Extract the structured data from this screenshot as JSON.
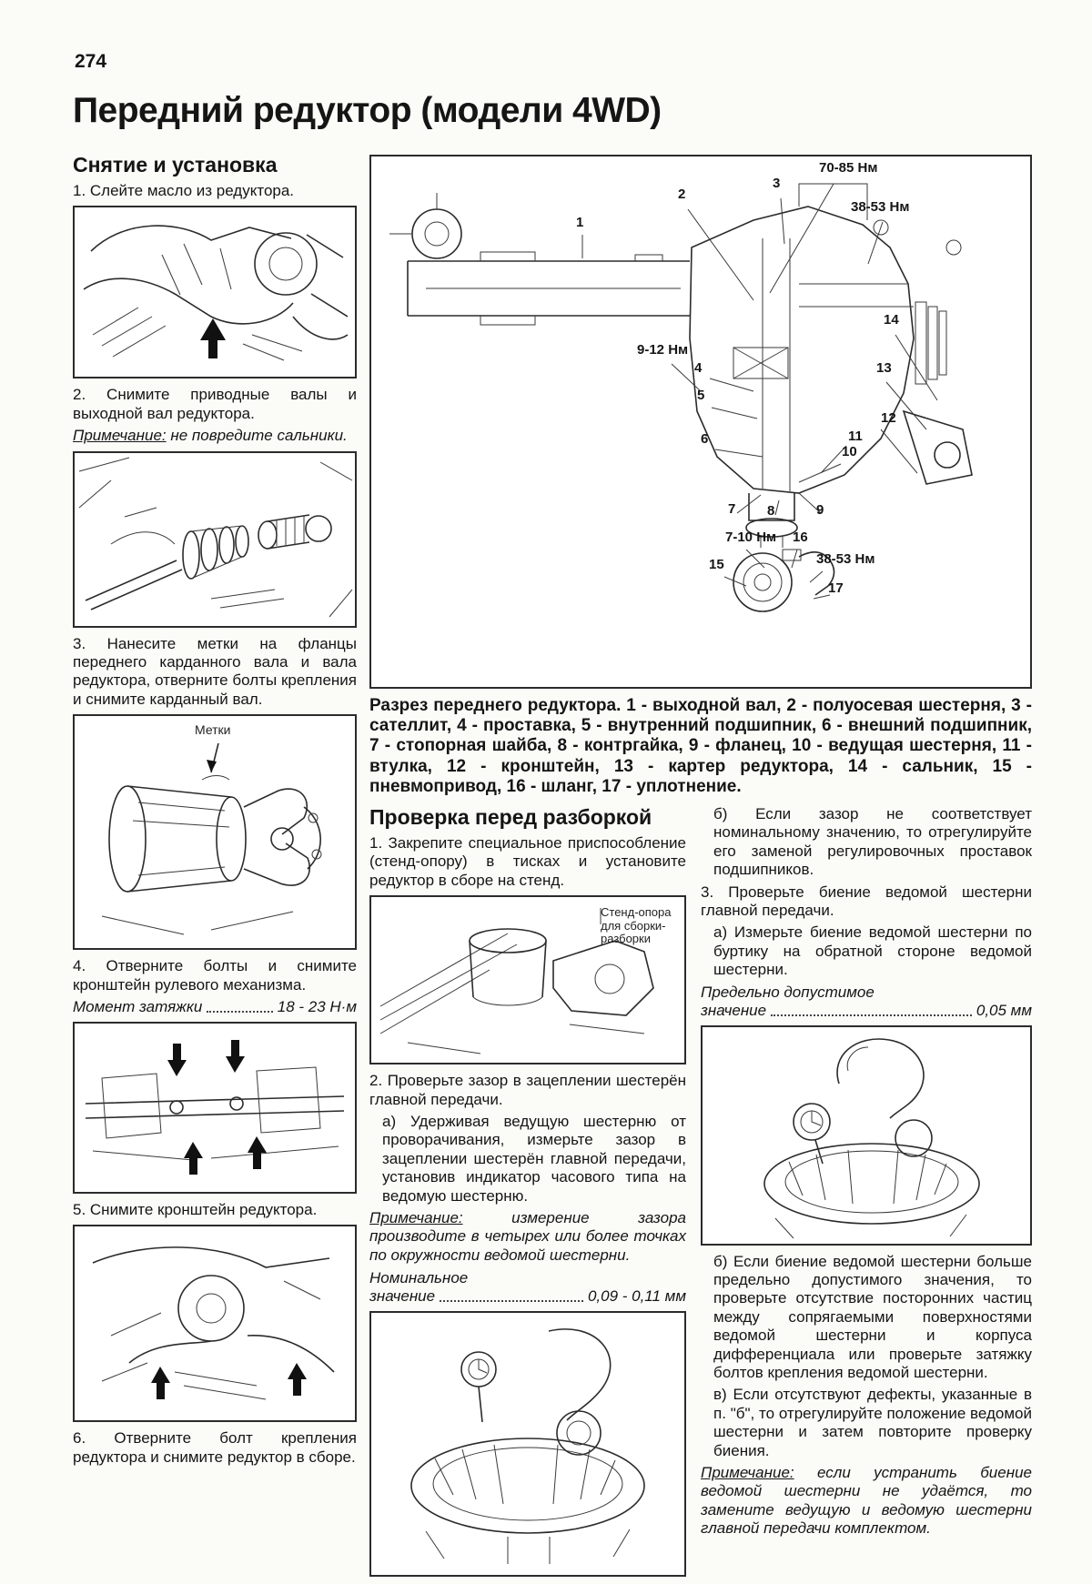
{
  "page": {
    "number": "274",
    "title": "Передний редуктор (модели 4WD)"
  },
  "left_column": {
    "heading": "Снятие и установка",
    "step1": "1. Слейте масло из редуктора.",
    "step2": "2. Снимите приводные валы и выходной вал редуктора.",
    "note2": {
      "label": "Примечание:",
      "text": " не повредите сальники."
    },
    "step3": "3. Нанесите метки на фланцы переднего карданного вала и вала редуктора, отверните болты крепления и снимите карданный вал.",
    "marks_label": "Метки",
    "step4": "4. Отверните болты и снимите кронштейн рулевого механизма.",
    "torque": {
      "label": "Момент затяжки",
      "value": "18 - 23 Н·м"
    },
    "step5": "5. Снимите кронштейн редуктора.",
    "step6": "6. Отверните болт крепления редуктора и снимите редуктор в сборе."
  },
  "diagram": {
    "caption": "Разрез переднего редуктора. 1 - выходной вал, 2 - полуосевая шестерня, 3 - сателлит, 4 - проставка, 5 - внутренний подшипник, 6 - внешний подшипник, 7 - стопорная шайба, 8 - контргайка, 9 - фланец, 10 - ведущая шестерня, 11 - втулка, 12 - кронштейн, 13 - картер редуктора, 14 - сальник, 15 - пневмопривод, 16 - шланг, 17 - уплотнение.",
    "callouts": [
      "1",
      "2",
      "3",
      "70-85 Нм",
      "38-53 Нм",
      "9-12 Нм",
      "4",
      "5",
      "6",
      "7",
      "8",
      "9",
      "10",
      "11",
      "12",
      "13",
      "14",
      "7-10 Нм",
      "16",
      "15",
      "38-53 Нм",
      "17"
    ]
  },
  "check_section": {
    "heading": "Проверка перед разборкой",
    "step1": "1. Закрепите специальное приспособление (стенд-опору) в тисках и установите редуктор в сборе на стенд.",
    "stand_label": "Стенд-опора для сборки-разборки",
    "step2": "2. Проверьте зазор в зацеплении шестерён главной передачи.",
    "step2a": "а) Удерживая ведущую шестерню от проворачивания, измерьте зазор в зацеплении шестерён главной передачи, установив индикатор часового типа на ведомую шестерню.",
    "note": {
      "label": "Примечание:",
      "text": " измерение зазора производите в четырех или более точках по окружности ведомой шестерни."
    },
    "nominal": {
      "label_line1": "Номинальное",
      "label_line2": "значение",
      "value": "0,09 - 0,11 мм"
    }
  },
  "right_column": {
    "item_b1": "б) Если зазор не соответствует номинальному значению, то отрегулируйте его заменой регулировочных проставок подшипников.",
    "step3": "3. Проверьте биение ведомой шестерни главной передачи.",
    "step3a": "а) Измерьте биение ведомой шестерни по буртику на обратной стороне ведомой шестерни.",
    "limit": {
      "label_line1": "Предельно допустимое",
      "label_line2": "значение",
      "value": "0,05 мм"
    },
    "item_b2": "б) Если биение ведомой шестерни больше предельно допустимого значения, то проверьте отсутствие посторонних частиц между сопрягаемыми поверхностями ведомой шестерни и корпуса дифференциала или проверьте затяжку болтов крепления ведомой шестерни.",
    "item_v": "в) Если отсутствуют дефекты, указанные в п. \"б\", то отрегулируйте положение ведомой шестерни и затем повторите проверку биения.",
    "note": {
      "label": "Примечание:",
      "text": " если устранить биение ведомой шестерни не удаётся, то замените ведущую и ведомую шестерни главной передачи комплектом."
    }
  }
}
